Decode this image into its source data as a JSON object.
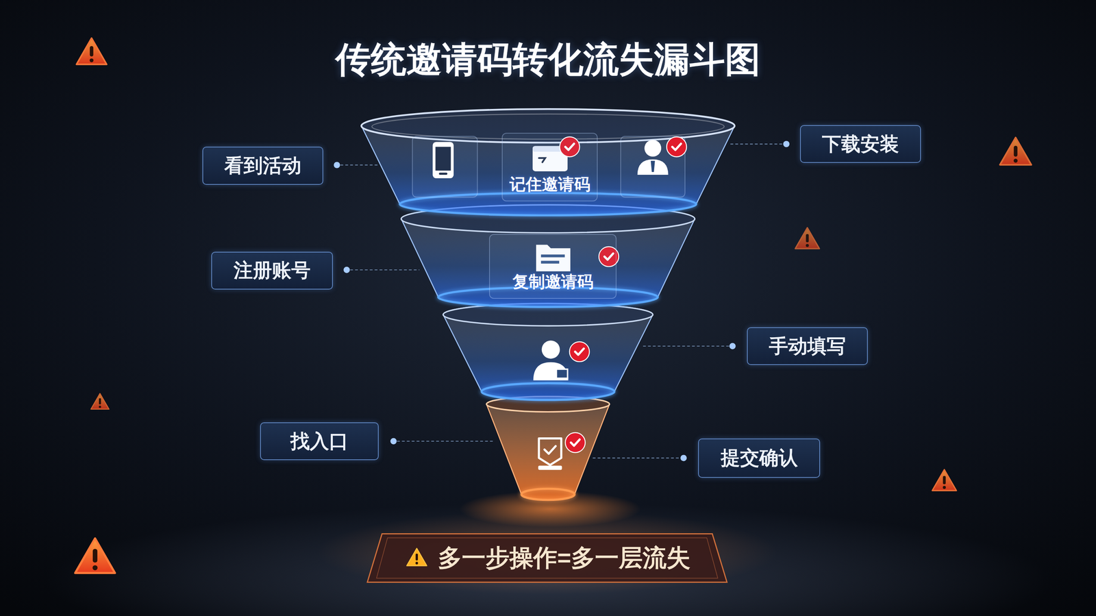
{
  "diagram": {
    "title": "传统邀请码转化流失漏斗图",
    "nodes": [
      {
        "text": [
          "看到活动"
        ]
      },
      {
        "text": [
          "记住邀请码"
        ]
      },
      {
        "text": [
          "下载安装"
        ]
      },
      {
        "text": [
          "注册账号"
        ]
      },
      {
        "text": [
          "复制邀请码"
        ]
      },
      {
        "text": [
          "手动填写"
        ]
      },
      {
        "text": [
          "找入口"
        ]
      },
      {
        "text": [
          "提交确认"
        ]
      },
      {
        "text": [
          "多一步操作=多一层流失"
        ]
      }
    ]
  }
}
